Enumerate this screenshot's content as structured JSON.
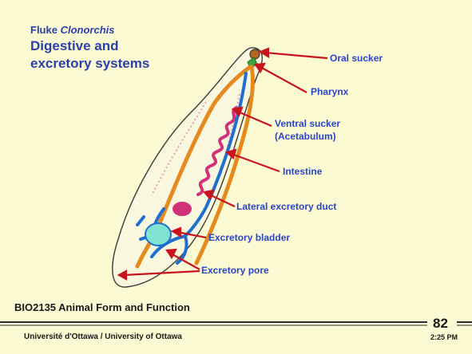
{
  "title": {
    "prefix": "Fluke",
    "genus": "Clonorchis",
    "line1": "Digestive  and",
    "line2": "excretory systems"
  },
  "labels": {
    "oral_sucker": "Oral sucker",
    "pharynx": "Pharynx",
    "ventral_sucker_1": "Ventral sucker",
    "ventral_sucker_2": "(Acetabulum)",
    "intestine": "Intestine",
    "lateral_duct": "Lateral excretory duct",
    "bladder": "Excretory bladder",
    "pore": "Excretory pore"
  },
  "footer": {
    "course": "BIO2135 Animal Form and Function",
    "university": "Université d'Ottawa / University of Ottawa",
    "page_number": "82",
    "time": "2:25 PM"
  },
  "colors": {
    "background": "#fbfad3",
    "title": "#2c3fa8",
    "label": "#2b44c8",
    "arrow": "#c8141e",
    "intestine": "#e58a1f",
    "excretory": "#1e6fd0",
    "uterus": "#d2327a"
  }
}
